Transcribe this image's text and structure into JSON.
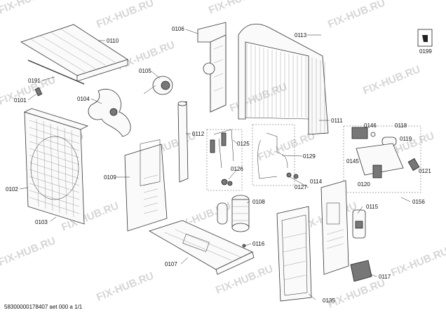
{
  "watermark": "FIX-HUB.RU",
  "footer_text": "58300000178407 aet 000 a 1/1",
  "icon_label": "0199",
  "part_labels": {
    "p0110": "0110",
    "p0106": "0106",
    "p0113": "0113",
    "p0105": "0105",
    "p0191": "0191",
    "p0101": "0101",
    "p0104": "0104",
    "p0111": "0111",
    "p0112": "0112",
    "p0146": "0146",
    "p0118": "0118",
    "p0119": "0119",
    "p0125": "0125",
    "p0129": "0129",
    "p0145": "0145",
    "p0121": "0121",
    "p0126": "0126",
    "p0109": "0109",
    "p0102": "0102",
    "p0127": "0127",
    "p0114": "0114",
    "p0120": "0120",
    "p0156": "0156",
    "p0108": "0108",
    "p0115": "0115",
    "p0103": "0103",
    "p0116": "0116",
    "p0107": "0107",
    "p0117": "0117",
    "p0135": "0135"
  }
}
